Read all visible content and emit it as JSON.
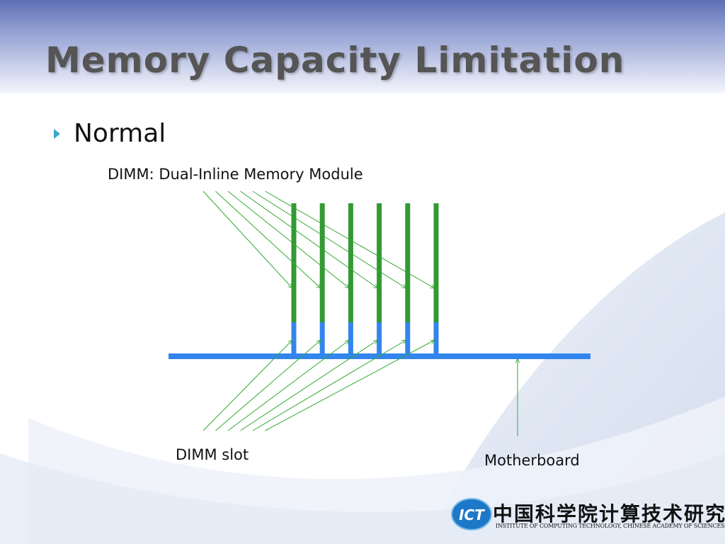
{
  "slide": {
    "title": "Memory Capacity Limitation",
    "bullet": "Normal"
  },
  "diagram": {
    "dimm_label": "DIMM: Dual-Inline Memory Module",
    "slot_label": "DIMM slot",
    "motherboard_label": "Motherboard",
    "module_count": 6,
    "colors": {
      "module": "#339933",
      "slot": "#3385ee",
      "motherboard": "#3385ee",
      "arrow": "#33aa33"
    }
  },
  "logo": {
    "mark": "ICT",
    "chinese_name": "中国科学院计算技术研究所",
    "english_name": "INSTITUTE OF COMPUTING TECHNOLOGY, CHINESE ACADEMY OF SCIENCES"
  }
}
